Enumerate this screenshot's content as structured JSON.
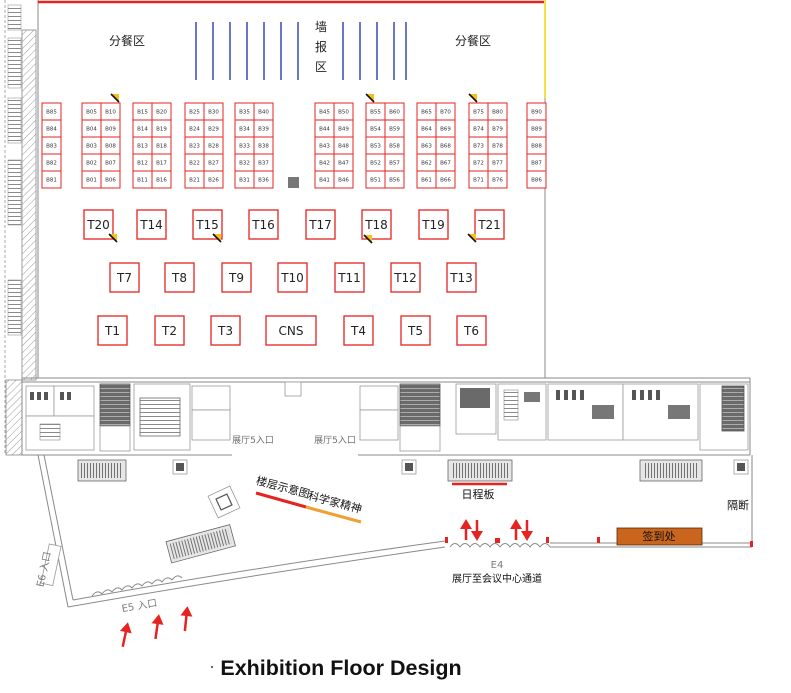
{
  "title": "Exhibition Floor Design",
  "zones": {
    "dining_left": "分餐区",
    "dining_right": "分餐区",
    "poster_area": [
      "墙",
      "报",
      "区"
    ]
  },
  "booth_groups": [
    [
      [
        "B85",
        "B84",
        "B83",
        "B82",
        "B81"
      ]
    ],
    [
      [
        "B05",
        "B04",
        "B03",
        "B02",
        "B01"
      ],
      [
        "B10",
        "B09",
        "B08",
        "B07",
        "B06"
      ]
    ],
    [
      [
        "B15",
        "B14",
        "B13",
        "B12",
        "B11"
      ],
      [
        "B20",
        "B19",
        "B18",
        "B17",
        "B16"
      ]
    ],
    [
      [
        "B25",
        "B24",
        "B23",
        "B22",
        "B21"
      ],
      [
        "B30",
        "B29",
        "B28",
        "B27",
        "B26"
      ]
    ],
    [
      [
        "B35",
        "B34",
        "B33",
        "B32",
        "B31"
      ],
      [
        "B40",
        "B39",
        "B38",
        "B37",
        "B36"
      ]
    ],
    [
      [
        "B45",
        "B44",
        "B43",
        "B42",
        "B41"
      ],
      [
        "B50",
        "B49",
        "B48",
        "B47",
        "B46"
      ]
    ],
    [
      [
        "B55",
        "B54",
        "B53",
        "B52",
        "B51"
      ],
      [
        "B60",
        "B59",
        "B58",
        "B57",
        "B56"
      ]
    ],
    [
      [
        "B65",
        "B64",
        "B63",
        "B62",
        "B61"
      ],
      [
        "B70",
        "B69",
        "B68",
        "B67",
        "B66"
      ]
    ],
    [
      [
        "B75",
        "B74",
        "B73",
        "B72",
        "B71"
      ],
      [
        "B80",
        "B79",
        "B78",
        "B77",
        "B76"
      ]
    ],
    [
      [
        "B90",
        "B89",
        "B88",
        "B87",
        "B86"
      ]
    ]
  ],
  "tables": {
    "row1": [
      "T20",
      "T14",
      "T15",
      "T16",
      "T17",
      "T18",
      "T19",
      "T21"
    ],
    "row2": [
      "T7",
      "T8",
      "T9",
      "T10",
      "T11",
      "T12",
      "T13"
    ],
    "row3": [
      "T1",
      "T2",
      "T3",
      "CNS",
      "T4",
      "T5",
      "T6"
    ]
  },
  "entrances": {
    "hall5_left": "展厅5入口",
    "hall5_right": "展厅5入口",
    "e4": "E4",
    "e4_passage": "展厅至会议中心通道",
    "e5": "E5 入口",
    "e6": "E6 入口"
  },
  "signs": {
    "floor_map": "楼层示意图",
    "scientist_spirit": "科学家精神",
    "schedule_board": "日程板",
    "partition": "隔断",
    "check_in": "签到处"
  },
  "colors": {
    "booth": "#e52421",
    "poster_line": "#2b3bb0",
    "check_in": "#c9651c",
    "floor_map_line": "#e52421",
    "spirit_line": "#f0a030",
    "marker": "#f2c21b",
    "hall_edge": "#f5e23a"
  }
}
